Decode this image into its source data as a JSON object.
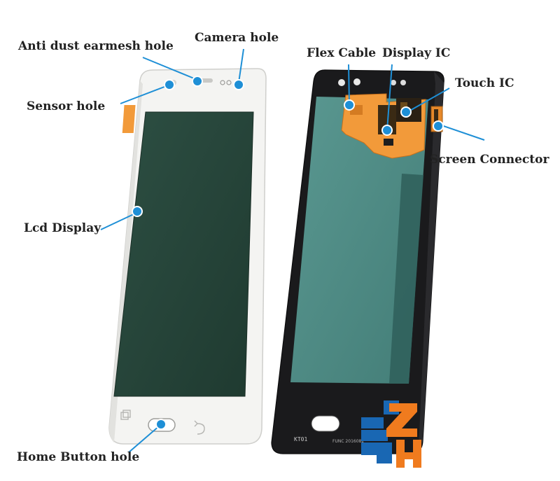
{
  "colors": {
    "accent": "#1e8fd6",
    "frame_white": "#f4f4f2",
    "frame_black": "#1a1a1c",
    "lcd_dark": "#25453a",
    "lcd_teal": "#4e8a84",
    "flex_orange": "#f29a3a",
    "logo_blue": "#1967b3",
    "logo_orange": "#f07b1e"
  },
  "labels": {
    "anti_dust": "Anti dust earmesh hole",
    "camera": "Camera hole",
    "sensor": "Sensor hole",
    "lcd": "Lcd Display",
    "home": "Home Button hole",
    "flex": "Flex Cable",
    "display_ic": "Display IC",
    "touch_ic": "Touch IC",
    "connector": "Screen Connector"
  },
  "panel_marks": {
    "rear_code": "KT01",
    "rear_small": "FUNC 2016082"
  },
  "icons": [
    "back-key-icon",
    "recent-apps-icon",
    "home-button-icon",
    "brand-logo-icon"
  ]
}
